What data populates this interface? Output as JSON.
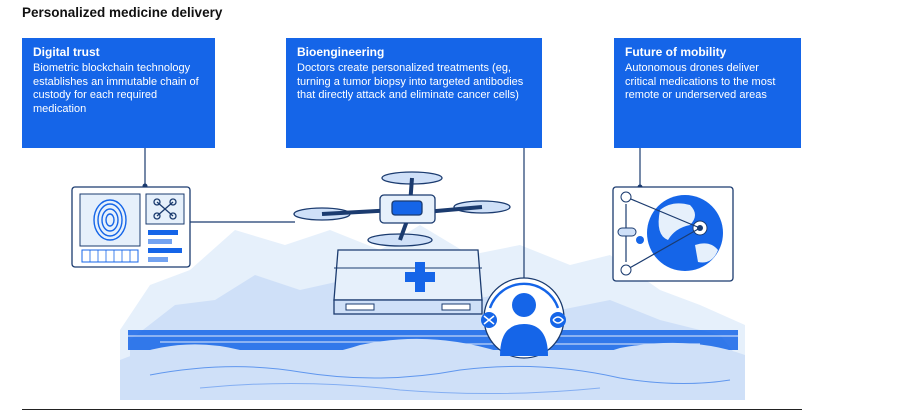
{
  "title": "Personalized medicine delivery",
  "callouts": {
    "trust": {
      "heading": "Digital trust",
      "body": "Biometric blockchain technology establishes an immutable chain of custody for each required medication"
    },
    "bio": {
      "heading": "Bioengineering",
      "body": "Doctors create personalized treatments (eg, turning a tumor biopsy into targeted antibodies that directly attack and eliminate cancer cells)"
    },
    "mobility": {
      "heading": "Future of mobility",
      "body": "Autonomous drones deliver critical medications to the most remote or underserved areas"
    }
  },
  "colors": {
    "accent": "#1565e8",
    "light_blue": "#cfe0f8",
    "pale_blue": "#e6f0fb",
    "line": "#1b3b6f"
  },
  "icons": [
    "fingerprint-icon",
    "drone-icon",
    "medical-cross-icon",
    "person-icon",
    "dna-icon",
    "globe-icon",
    "pill-icon"
  ]
}
